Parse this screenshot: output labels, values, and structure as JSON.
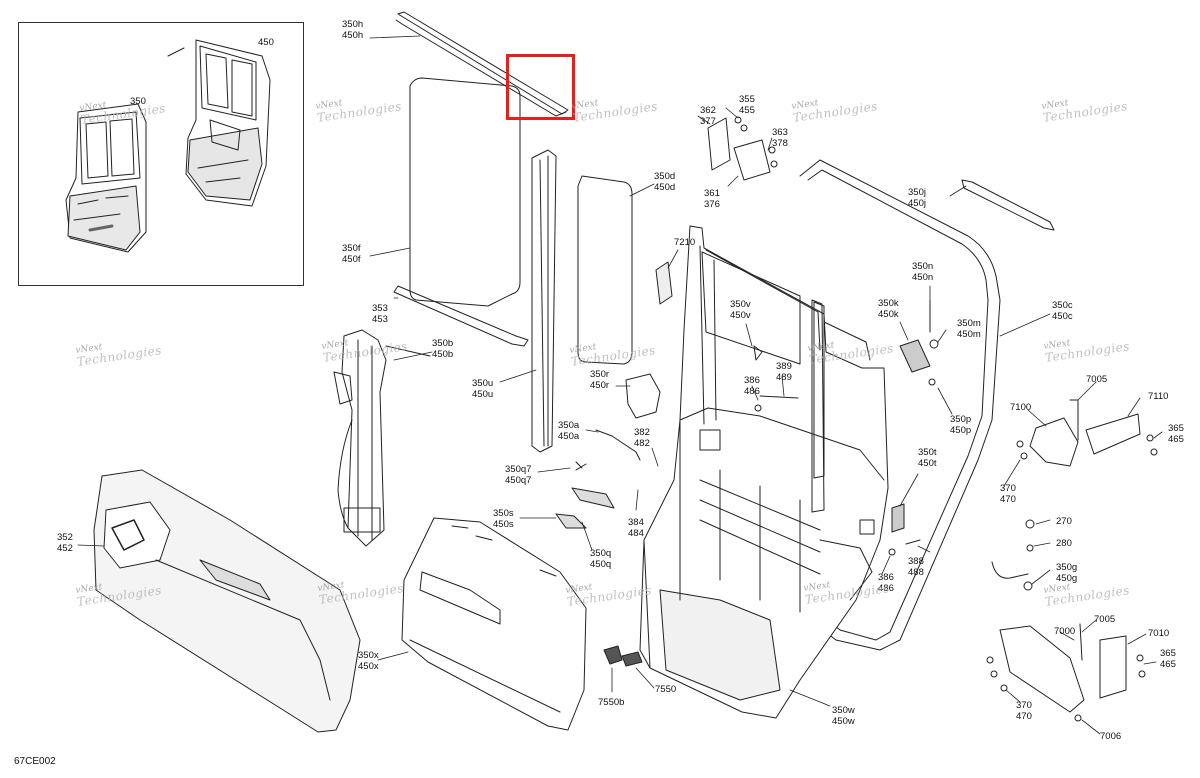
{
  "diagram_code": "67CE002",
  "watermark": {
    "line1": "vNext",
    "line2": "Technologies"
  },
  "highlight_color": "#e3201b",
  "inset_labels": [
    "450",
    "350"
  ],
  "callouts": [
    {
      "id": "c350h",
      "lines": [
        "350h",
        "450h"
      ]
    },
    {
      "id": "c350f",
      "lines": [
        "350f",
        "450f"
      ]
    },
    {
      "id": "c353",
      "lines": [
        "353",
        "453"
      ]
    },
    {
      "id": "c350d",
      "lines": [
        "350d",
        "450d"
      ]
    },
    {
      "id": "c350b",
      "lines": [
        "350b",
        "450b"
      ]
    },
    {
      "id": "c350u",
      "lines": [
        "350u",
        "450u"
      ]
    },
    {
      "id": "c352",
      "lines": [
        "352",
        "452"
      ]
    },
    {
      "id": "c350a",
      "lines": [
        "350a",
        "450a"
      ]
    },
    {
      "id": "c350q7",
      "lines": [
        "350q7",
        "450q7"
      ]
    },
    {
      "id": "c350s",
      "lines": [
        "350s",
        "450s"
      ]
    },
    {
      "id": "c350q",
      "lines": [
        "350q",
        "450q"
      ]
    },
    {
      "id": "c350x",
      "lines": [
        "350x",
        "450x"
      ]
    },
    {
      "id": "c7550b",
      "lines": [
        "7550b"
      ]
    },
    {
      "id": "c7550",
      "lines": [
        "7550"
      ]
    },
    {
      "id": "c350r",
      "lines": [
        "350r",
        "450r"
      ]
    },
    {
      "id": "c382",
      "lines": [
        "382",
        "482"
      ]
    },
    {
      "id": "c384",
      "lines": [
        "384",
        "484"
      ]
    },
    {
      "id": "c7210",
      "lines": [
        "7210"
      ]
    },
    {
      "id": "c362",
      "lines": [
        "362",
        "377"
      ]
    },
    {
      "id": "c355",
      "lines": [
        "355",
        "455"
      ]
    },
    {
      "id": "c363",
      "lines": [
        "363",
        "378"
      ]
    },
    {
      "id": "c361",
      "lines": [
        "361",
        "376"
      ]
    },
    {
      "id": "c350v",
      "lines": [
        "350v",
        "450v"
      ]
    },
    {
      "id": "c386a",
      "lines": [
        "386",
        "486"
      ]
    },
    {
      "id": "c389",
      "lines": [
        "389",
        "489"
      ]
    },
    {
      "id": "c350n",
      "lines": [
        "350n",
        "450n"
      ]
    },
    {
      "id": "c350k",
      "lines": [
        "350k",
        "450k"
      ]
    },
    {
      "id": "c350m",
      "lines": [
        "350m",
        "450m"
      ]
    },
    {
      "id": "c350p",
      "lines": [
        "350p",
        "450p"
      ]
    },
    {
      "id": "c350j",
      "lines": [
        "350j",
        "450j"
      ]
    },
    {
      "id": "c350c",
      "lines": [
        "350c",
        "450c"
      ]
    },
    {
      "id": "c350t",
      "lines": [
        "350t",
        "450t"
      ]
    },
    {
      "id": "c386b",
      "lines": [
        "386",
        "486"
      ]
    },
    {
      "id": "c388",
      "lines": [
        "388",
        "488"
      ]
    },
    {
      "id": "c350w",
      "lines": [
        "350w",
        "450w"
      ]
    },
    {
      "id": "c7005a",
      "lines": [
        "7005"
      ]
    },
    {
      "id": "c7100",
      "lines": [
        "7100"
      ]
    },
    {
      "id": "c7110",
      "lines": [
        "7110"
      ]
    },
    {
      "id": "c365a",
      "lines": [
        "365",
        "465"
      ]
    },
    {
      "id": "c370a",
      "lines": [
        "370",
        "470"
      ]
    },
    {
      "id": "c270",
      "lines": [
        "270"
      ]
    },
    {
      "id": "c280",
      "lines": [
        "280"
      ]
    },
    {
      "id": "c350g",
      "lines": [
        "350g",
        "450g"
      ]
    },
    {
      "id": "c7000",
      "lines": [
        "7000"
      ]
    },
    {
      "id": "c7005b",
      "lines": [
        "7005"
      ]
    },
    {
      "id": "c7010",
      "lines": [
        "7010"
      ]
    },
    {
      "id": "c365b",
      "lines": [
        "365",
        "465"
      ]
    },
    {
      "id": "c370b",
      "lines": [
        "370",
        "470"
      ]
    },
    {
      "id": "c7006",
      "lines": [
        "7006"
      ]
    }
  ]
}
